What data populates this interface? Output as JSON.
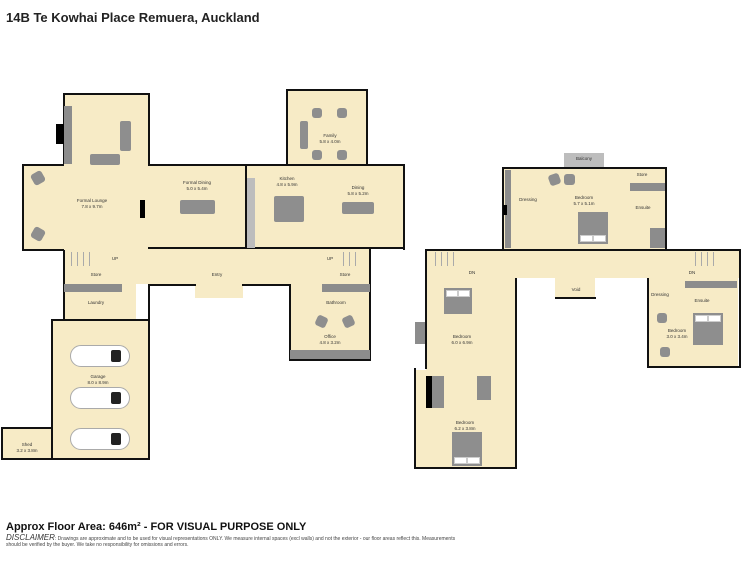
{
  "title": "14B Te Kowhai Place Remuera, Auckland",
  "ground_floor": {
    "rooms": [
      {
        "name": "Formal Lounge",
        "dims": "7.8 x 9.7m"
      },
      {
        "name": "Formal Dining",
        "dims": "5.0 x 5.4m"
      },
      {
        "name": "Kitchen",
        "dims": "4.8 x 5.9m"
      },
      {
        "name": "Family",
        "dims": "5.8 x 4.0m"
      },
      {
        "name": "Dining",
        "dims": "5.8 x 5.2m"
      },
      {
        "name": "Entry",
        "dims": ""
      },
      {
        "name": "Store",
        "dims": ""
      },
      {
        "name": "Store",
        "dims": ""
      },
      {
        "name": "Laundry",
        "dims": ""
      },
      {
        "name": "Bathroom",
        "dims": ""
      },
      {
        "name": "Office",
        "dims": "4.8 x 3.2m"
      },
      {
        "name": "Garage",
        "dims": "8.0 x 8.9m"
      },
      {
        "name": "Shed",
        "dims": "3.2 x 3.8m"
      }
    ],
    "stair_labels": [
      "UP",
      "UP"
    ]
  },
  "first_floor": {
    "rooms": [
      {
        "name": "Balcony",
        "dims": ""
      },
      {
        "name": "Bedroom",
        "dims": "5.7 x 5.1m"
      },
      {
        "name": "Dressing",
        "dims": ""
      },
      {
        "name": "Store",
        "dims": ""
      },
      {
        "name": "Ensuite",
        "dims": ""
      },
      {
        "name": "Void",
        "dims": ""
      },
      {
        "name": "Bedroom",
        "dims": "6.0 x 6.9m"
      },
      {
        "name": "Bedroom",
        "dims": "6.2 x 3.8m"
      },
      {
        "name": "Dressing",
        "dims": ""
      },
      {
        "name": "Ensuite",
        "dims": ""
      },
      {
        "name": "Bedroom",
        "dims": "3.0 x 3.4m"
      }
    ],
    "stair_labels": [
      "DN",
      "DN"
    ]
  },
  "footer": {
    "area": "Approx Floor Area: 646m² - FOR VISUAL PURPOSE ONLY",
    "disclaimer_label": "DISCLAIMER",
    "disclaimer_text": ": Drawings are approximate and to be used for visual representations ONLY. We measure internal spaces (excl walls) and not the exterior - our floor areas reflect this. Measurements should be verified by the buyer. We take no responsibility for omissions and errors."
  },
  "colors": {
    "floor": "#f7ebc6",
    "wall": "#111111",
    "fixture": "#8e8e8e"
  }
}
